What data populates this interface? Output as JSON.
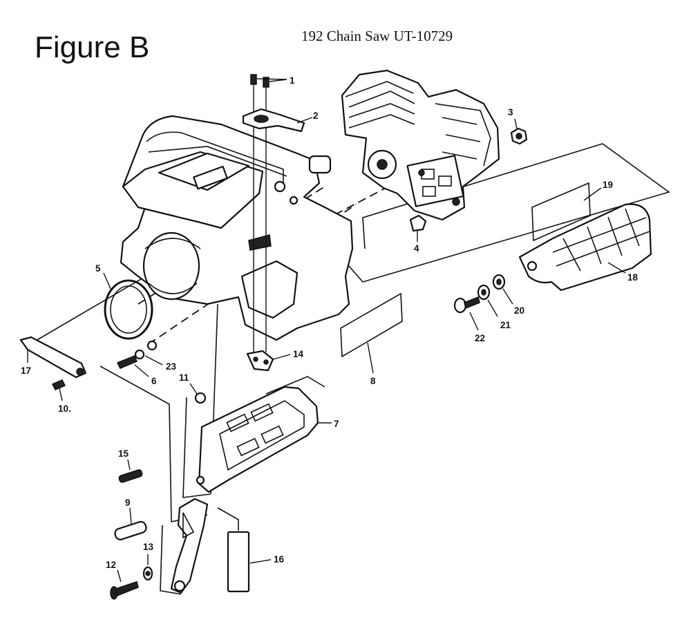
{
  "figure_title": "Figure B",
  "diagram_title": "192 Chain Saw UT-10729",
  "callouts": {
    "c1": "1",
    "c2": "2",
    "c3": "3",
    "c4": "4",
    "c5": "5",
    "c6": "6",
    "c7": "7",
    "c8": "8",
    "c9": "9",
    "c10": "10.",
    "c11": "11",
    "c12": "12",
    "c13": "13",
    "c14": "14",
    "c15": "15",
    "c16": "16",
    "c17": "17",
    "c18": "18",
    "c19": "19",
    "c20": "20",
    "c21": "21",
    "c22": "22",
    "c23": "23"
  }
}
